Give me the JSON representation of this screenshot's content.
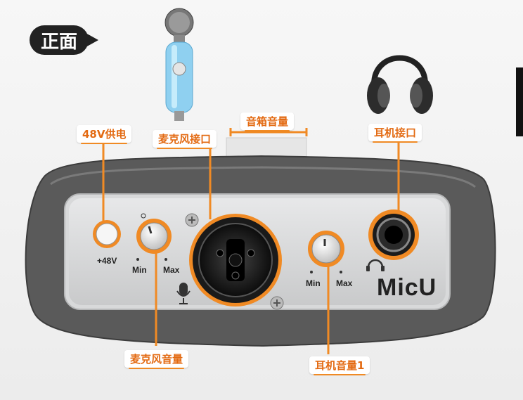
{
  "badge": {
    "label": "正面"
  },
  "callouts": {
    "phantom_power": "48V供电",
    "mic_input": "麦克风接口",
    "speaker_volume": "音箱音量",
    "headphone_jack": "耳机接口",
    "mic_volume": "麦克风音量",
    "headphone_volume": "耳机音量1"
  },
  "panel": {
    "power_label": "+48V",
    "mic_min": "Min",
    "mic_max": "Max",
    "hp_min": "Min",
    "hp_max": "Max",
    "brand": "MicU"
  },
  "colors": {
    "accent": "#f08a24",
    "label_text": "#e36a12",
    "body_gray": "#5d5d5d",
    "faceplate": "#d9dadb"
  },
  "icons": [
    "microphone-icon",
    "headphones-icon",
    "mic-small-icon",
    "headphone-small-icon"
  ]
}
